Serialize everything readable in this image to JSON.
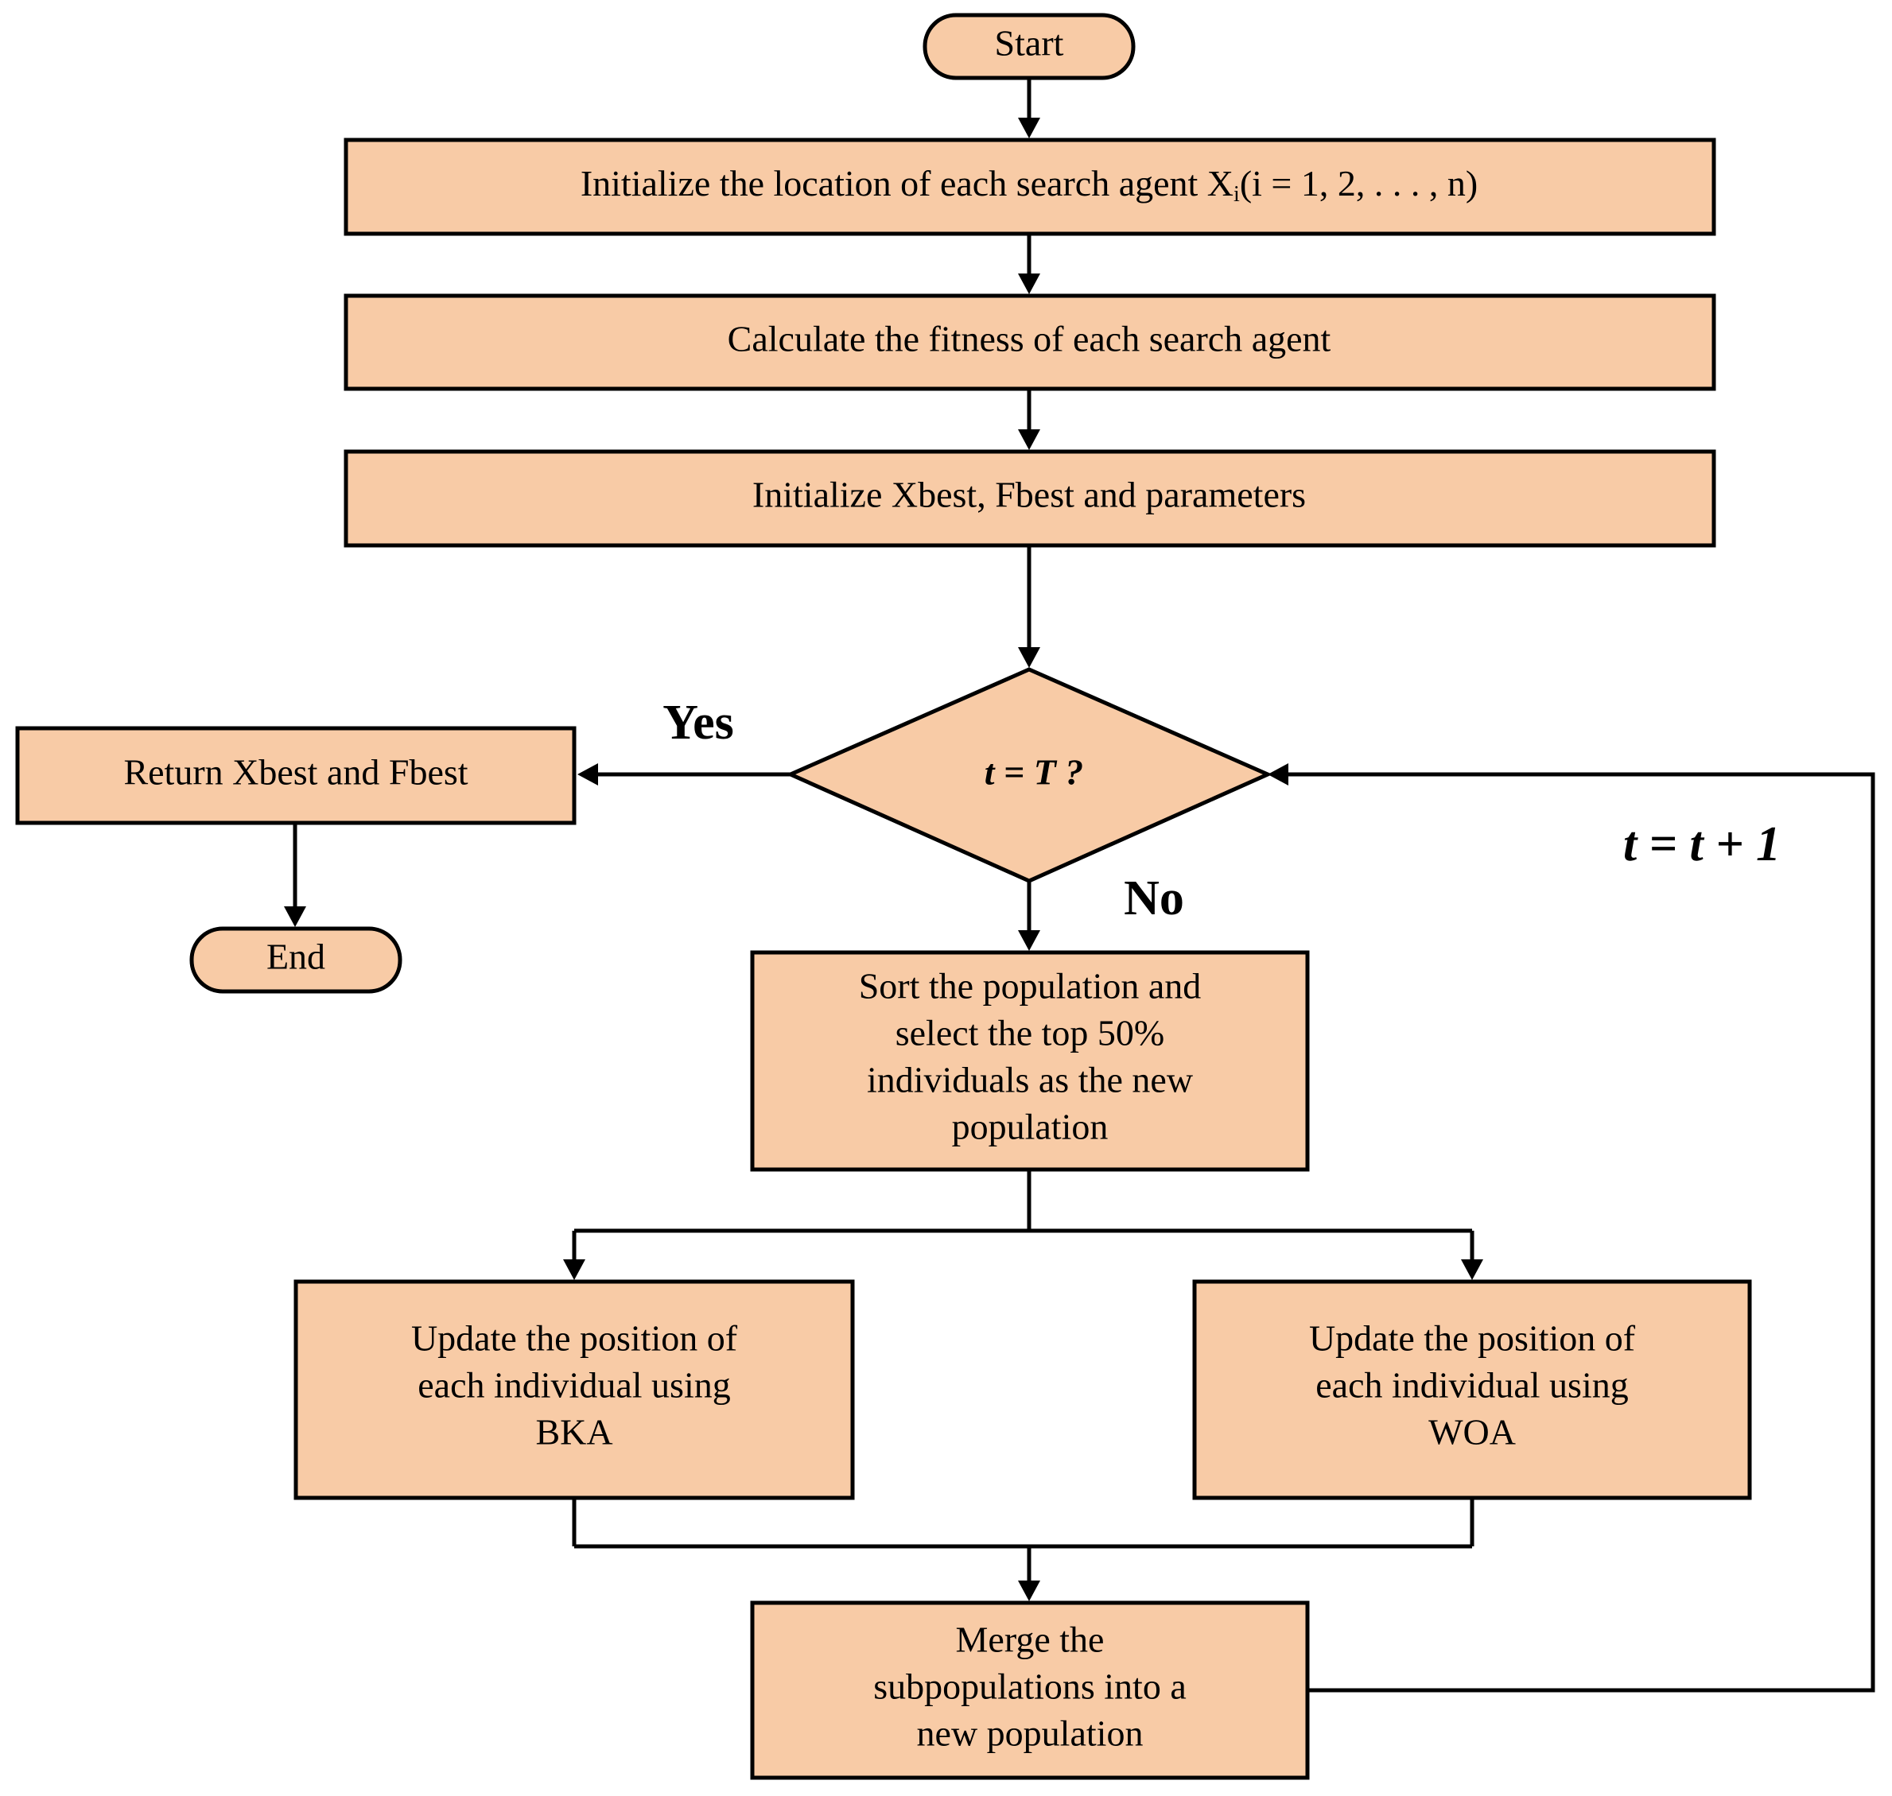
{
  "diagram": {
    "start_label": "Start",
    "init_location": {
      "prefix": "Initialize the location of each search agent X",
      "subscript": "i",
      "suffix": "(i = 1, 2, . . . , n)"
    },
    "calc_fitness": "Calculate the fitness of each search agent",
    "init_best": "Initialize Xbest, Fbest and  parameters",
    "decision": "t = T ?",
    "yes_label": "Yes",
    "no_label": "No",
    "return_best": "Return Xbest and Fbest",
    "end_label": "End",
    "sort_population": [
      "Sort the population and",
      "select the top 50%",
      "individuals as the new",
      "population"
    ],
    "update_bka": [
      "Update the position of",
      "each individual using",
      "BKA"
    ],
    "update_woa": [
      "Update the position of",
      "each individual using",
      "WOA"
    ],
    "merge": [
      "Merge the",
      "subpopulations into a",
      "new population"
    ],
    "loop_label": "t = t + 1",
    "fill_color": "#F8CBA6",
    "stroke_color": "#000000"
  }
}
